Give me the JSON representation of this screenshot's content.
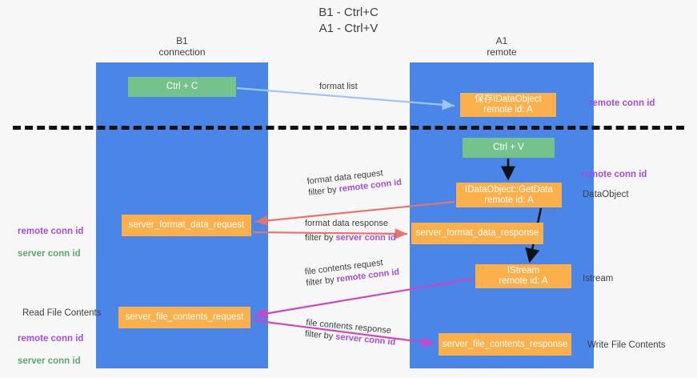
{
  "title": "B1 - Ctrl+C\nA1 - Ctrl+V",
  "lanes": [
    {
      "name": "b1",
      "label": "B1\nconnection",
      "color": "#4a86e8"
    },
    {
      "name": "a1",
      "label": "A1\nremote",
      "color": "#4a86e8"
    }
  ],
  "nodes": {
    "ctrl_c": "Ctrl + C",
    "data_object": "保存IDataObject\nremote id: A",
    "ctrl_v": "Ctrl + V",
    "get_data": "IDataObject::GetData\nremote id: A",
    "server_format_data_request": "server_format_data_request",
    "server_format_data_response": "server_format_data_response",
    "istream": "IStream\nremote id: A",
    "server_file_contents_request": "server_file_contents_request",
    "server_file_contents_response": "server_file_contents_response"
  },
  "edge_labels": {
    "format_list": "format list",
    "format_data_request": "format data request",
    "format_data_request_filter_prefix": "filter by ",
    "format_data_request_filter_key": "remote conn id",
    "format_data_response": "format data response",
    "format_data_response_filter_prefix": "filter by ",
    "format_data_response_filter_key": "server conn id",
    "file_contents_request": "file contents request",
    "file_contents_request_filter_prefix": "filter by ",
    "file_contents_request_filter_key": "remote conn id",
    "file_contents_response": "file contents response",
    "file_contents_response_filter_prefix": "filter by ",
    "file_contents_response_filter_key": "server conn id"
  },
  "annotations": {
    "remote_conn_id_top": "remote conn id",
    "remote_conn_id_mid": "remote conn id",
    "data_object": "DataObject",
    "istream": "Istream",
    "write_file_contents": "Write File Contents",
    "read_file_contents": "Read File Contents",
    "remote_conn_id_left": "remote conn id",
    "server_conn_id_left": "server conn id",
    "remote_conn_id_left2": "remote conn id",
    "server_conn_id_left2": "server conn id"
  },
  "colors": {
    "lane": "#4a86e8",
    "green_node": "#76c28c",
    "orange_node": "#fbb04c",
    "purple_text": "#a64dd6",
    "green_text": "#5aa96a",
    "arrow_blue": "#9fc5f8",
    "arrow_red": "#e8736b",
    "arrow_magenta": "#cc45c6",
    "arrow_black": "#111111",
    "background": "#f7f7f7"
  }
}
